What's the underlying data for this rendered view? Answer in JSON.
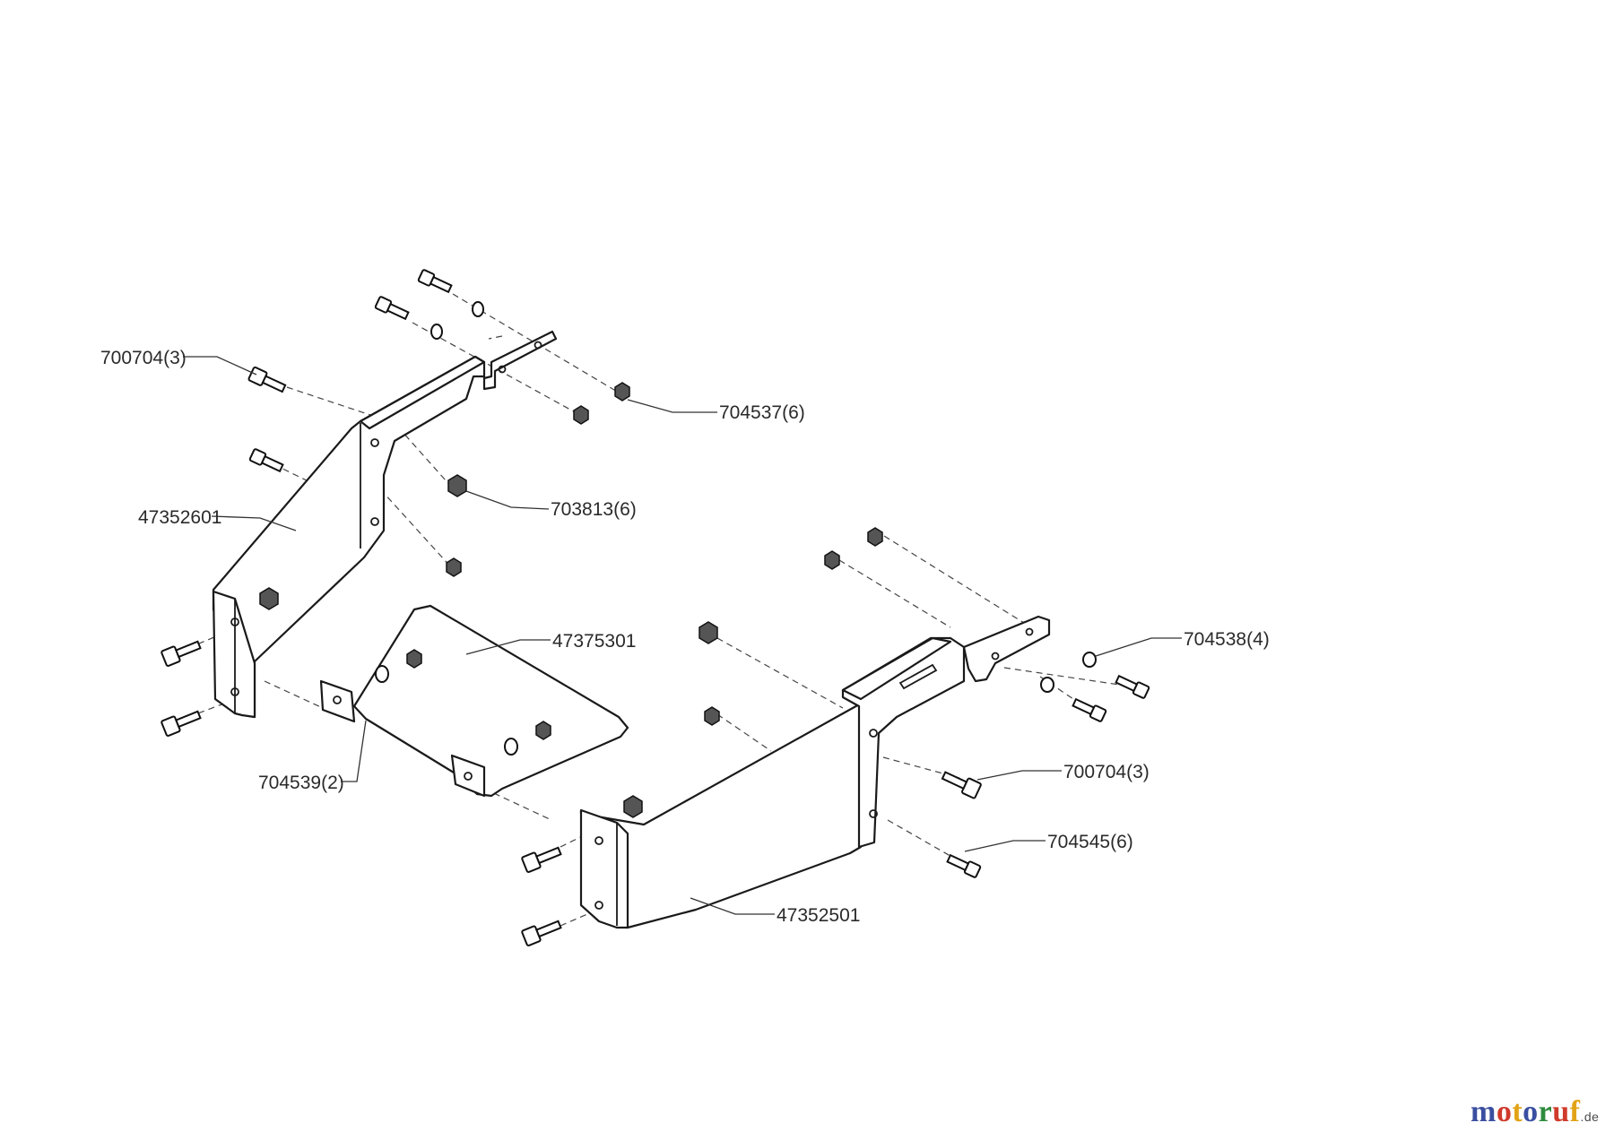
{
  "labels": {
    "l700704a": "700704(3)",
    "l704537": "704537(6)",
    "l703813": "703813(6)",
    "l47352601": "47352601",
    "l47375301": "47375301",
    "l704538": "704538(4)",
    "l700704b": "700704(3)",
    "l704539": "704539(2)",
    "l704545": "704545(6)",
    "l47352501": "47352501"
  },
  "logo": {
    "letters": [
      "m",
      "o",
      "t",
      "o",
      "r",
      "u",
      "f"
    ],
    "colors": [
      "#3a4fa0",
      "#d03a2b",
      "#e2a317",
      "#3a4fa0",
      "#2e8b3e",
      "#d03a2b",
      "#e2a317"
    ],
    "suffix": ".de"
  }
}
